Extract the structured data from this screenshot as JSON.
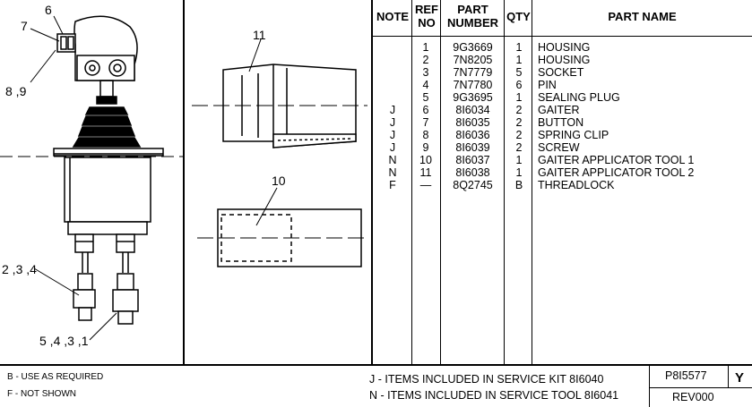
{
  "callouts": {
    "c6": "6",
    "c7": "7",
    "c89": "8 ,9",
    "c234": "2 ,3 ,4",
    "c5431": "5 ,4 ,3 ,1",
    "c11": "11",
    "c10": "10"
  },
  "table": {
    "headers": {
      "note": "NOTE",
      "ref_line1": "REF",
      "ref_line2": "NO",
      "part_line1": "PART",
      "part_line2": "NUMBER",
      "qty": "QTY",
      "name": "PART NAME"
    },
    "rows": [
      {
        "note": "",
        "ref": "1",
        "pn": "9G3669",
        "qty": "1",
        "name": "HOUSING"
      },
      {
        "note": "",
        "ref": "2",
        "pn": "7N8205",
        "qty": "1",
        "name": "HOUSING"
      },
      {
        "note": "",
        "ref": "3",
        "pn": "7N7779",
        "qty": "5",
        "name": "SOCKET"
      },
      {
        "note": "",
        "ref": "4",
        "pn": "7N7780",
        "qty": "6",
        "name": "PIN"
      },
      {
        "note": "",
        "ref": "5",
        "pn": "9G3695",
        "qty": "1",
        "name": "SEALING PLUG"
      },
      {
        "note": "J",
        "ref": "6",
        "pn": "8I6034",
        "qty": "2",
        "name": "GAITER"
      },
      {
        "note": "J",
        "ref": "7",
        "pn": "8I6035",
        "qty": "2",
        "name": "BUTTON"
      },
      {
        "note": "J",
        "ref": "8",
        "pn": "8I6036",
        "qty": "2",
        "name": "SPRING CLIP"
      },
      {
        "note": "J",
        "ref": "9",
        "pn": "8I6039",
        "qty": "2",
        "name": "SCREW"
      },
      {
        "note": "N",
        "ref": "10",
        "pn": "8I6037",
        "qty": "1",
        "name": "GAITER APPLICATOR TOOL 1"
      },
      {
        "note": "N",
        "ref": "11",
        "pn": "8I6038",
        "qty": "1",
        "name": "GAITER APPLICATOR TOOL 2"
      },
      {
        "note": "F",
        "ref": "—",
        "pn": "8Q2745",
        "qty": "B",
        "name": "THREADLOCK"
      }
    ]
  },
  "footer": {
    "b_note": "B - USE AS REQUIRED",
    "f_note": "F - NOT SHOWN",
    "j_note": "J - ITEMS INCLUDED IN SERVICE KIT 8I6040",
    "n_note": "N - ITEMS INCLUDED IN SERVICE TOOL 8I6041",
    "doc_number": "P8I5577",
    "rev": "REV000",
    "letter": "Y"
  }
}
